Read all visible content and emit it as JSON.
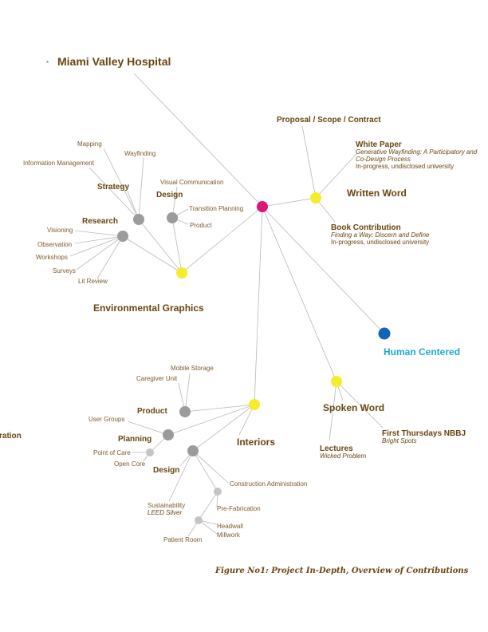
{
  "colors": {
    "hub": "#e0157a",
    "category": "#f5ec2a",
    "human": "#1265b4",
    "sub": "#9b9b9b",
    "text": "#6b4410",
    "human_text": "#1ea7d8"
  },
  "title": {
    "star": "*",
    "label": "Miami Valley Hospital"
  },
  "branches": {
    "written_word": {
      "label": "Written Word",
      "proposal": "Proposal / Scope / Contract",
      "white_paper": {
        "title": "White Paper",
        "subtitle_1": "Generative Wayfinding: A Participatory and",
        "subtitle_2": "Co-Design Process",
        "note": "In-progress, undisclosed university"
      },
      "book": {
        "title": "Book Contribution",
        "subtitle": "Finding a Way: Discern and Define",
        "note": "In-progress, undisclosed university"
      }
    },
    "human_centered": {
      "label": "Human Centered"
    },
    "spoken_word": {
      "label": "Spoken Word",
      "first_thursdays": {
        "title": "First Thursdays NBBJ",
        "subtitle": "Bright Spots"
      },
      "lectures": {
        "title": "Lectures",
        "subtitle": "Wicked Problem"
      }
    },
    "environmental_graphics": {
      "label": "Environmental Graphics",
      "strategy": {
        "label": "Strategy",
        "leaves": [
          "Mapping",
          "Wayfinding",
          "Information Management"
        ]
      },
      "design": {
        "label": "Design",
        "leaves": [
          "Visual Communication",
          "Transition Planning",
          "Product"
        ]
      },
      "research": {
        "label": "Research",
        "leaves": [
          "Visioning",
          "Observation",
          "Workshops",
          "Surveys",
          "Lit Review"
        ]
      }
    },
    "interiors": {
      "label": "Interiors",
      "product": {
        "label": "Product",
        "leaves": [
          "Mobile Storage",
          "Caregiver Unit"
        ]
      },
      "planning": {
        "label": "Planning",
        "leaves": [
          "User Groups"
        ],
        "point_of_care": "Point of Care",
        "open_core": "Open Core"
      },
      "design": {
        "label": "Design",
        "construction_admin": "Construction Administration",
        "sustainability": {
          "title": "Sustainability",
          "subtitle": "LEED Silver"
        },
        "prefabrication": "Pre-Fabrication",
        "headwall": "Headwall",
        "millwork": "Millwork",
        "patient_room": "Patient Room"
      }
    },
    "clipped_left": "ration"
  },
  "caption": "Figure No1: Project In-Depth, Overview of Contributions"
}
